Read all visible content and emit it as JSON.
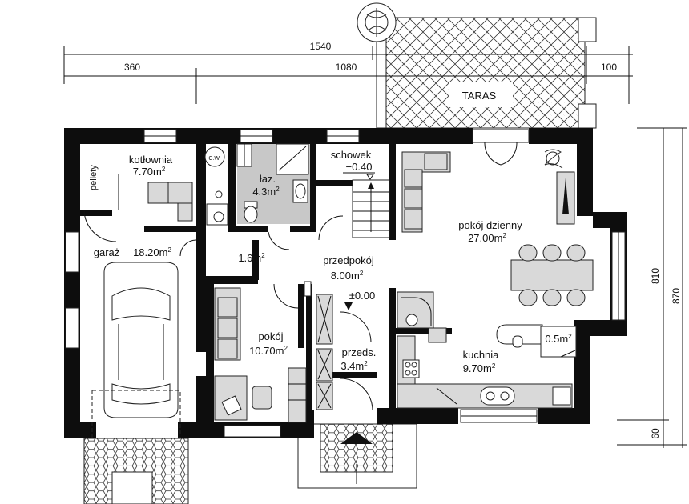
{
  "rooms": {
    "kotlownia": {
      "name": "kotłownia",
      "area": "7.70m",
      "sup": "2"
    },
    "pellety": {
      "name": "pellety"
    },
    "cw": {
      "name": "C.W."
    },
    "laz": {
      "name": "łaz.",
      "area": "4.3m",
      "sup": "2"
    },
    "schowek": {
      "name": "schowek",
      "level": "−0.40"
    },
    "pokoj_dzienny": {
      "name": "pokój dzienny",
      "area": "27.00m",
      "sup": "2"
    },
    "garaz": {
      "name": "garaż",
      "area": "18.20m",
      "sup": "2"
    },
    "korytarz": {
      "area": "1.6m",
      "sup": "2"
    },
    "przedpokoj": {
      "name": "przedpokój",
      "area": "8.00m",
      "sup": "2"
    },
    "poziom0": {
      "level": "±0.00"
    },
    "pokoj": {
      "name": "pokój",
      "area": "10.70m",
      "sup": "2"
    },
    "przeds": {
      "name": "przeds.",
      "area": "3.4m",
      "sup": "2"
    },
    "kuchnia": {
      "name": "kuchnia",
      "area": "9.70m",
      "sup": "2"
    },
    "spizarnia": {
      "area": "0.5m",
      "sup": "2"
    },
    "taras": {
      "name": "TARAS"
    }
  },
  "dimensions": {
    "total_width": "1540",
    "left_width": "360",
    "main_width": "1080",
    "right_width": "100",
    "height_inner": "810",
    "height_total": "870",
    "height_bottom": "60"
  },
  "colors": {
    "wall": "#0d0d0d",
    "bathroom_fill": "#c8c8c8",
    "furniture": "#d9d9d9"
  }
}
